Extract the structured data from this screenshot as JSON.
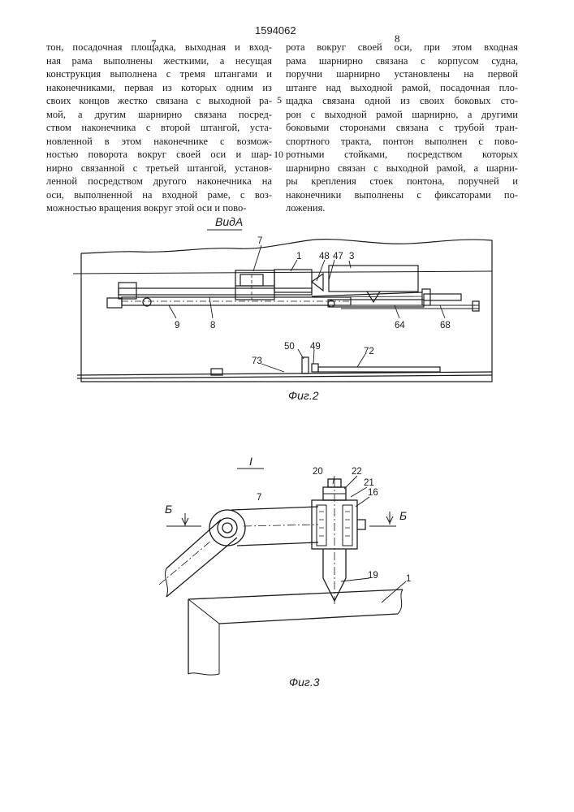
{
  "header": {
    "doc_number": "1594062",
    "page_left": "7",
    "page_right": "8"
  },
  "left_column": [
    "тон, посадочная площадка, выходная и вход-",
    "ная рама выполнены жесткими, а несущая",
    "конструкция выполнена с тремя штангами и",
    "наконечниками, первая из которых одним из",
    "своих концов жестко связана с выходной ра-",
    "мой, а другим шарнирно связана посред-",
    "ством наконечника с второй штангой, уста-",
    "новленной в этом наконечнике с возмож-",
    "ностью поворота вокруг своей оси и шар-",
    "нирно связанной с третьей штангой, установ-",
    "ленной посредством другого наконечника на",
    "оси, выполненной на входной раме, с воз-",
    "можностью вращения вокруг этой оси и пово-"
  ],
  "right_column": [
    "рота вокруг своей оси, при этом входная",
    "рама шарнирно связана с корпусом судна,",
    "поручни шарнирно установлены на первой",
    "штанге над выходной рамой, посадочная пло-",
    "щадка связана одной из своих боковых сто-",
    "рон с выходной рамой шарнирно, а другими",
    "боковыми сторонами связана с трубой тран-",
    "спортного тракта, понтон выполнен с пово-",
    "ротными стойками, посредством которых",
    "шарнирно связан с выходной рамой, а шарни-",
    "ры крепления стоек понтона, поручней и",
    "наконечники выполнены с фиксаторами по-",
    "ложения."
  ],
  "line_markers": {
    "m5": "5",
    "m10": "10"
  },
  "fig2": {
    "view_label": "ВидА",
    "caption": "Фиг.2",
    "labels": {
      "l7": "7",
      "l1": "1",
      "l48": "48",
      "l47": "47",
      "l3": "3",
      "l9": "9",
      "l8": "8",
      "l64": "64",
      "l68": "68",
      "l50": "50",
      "l49": "49",
      "l73": "73",
      "l72": "72"
    }
  },
  "fig3": {
    "section_label": "I",
    "caption": "Фиг.3",
    "cut_label": "Б",
    "labels": {
      "l7": "7",
      "l20": "20",
      "l22": "22",
      "l21": "21",
      "l16": "16",
      "l19": "19",
      "l1": "1"
    }
  }
}
